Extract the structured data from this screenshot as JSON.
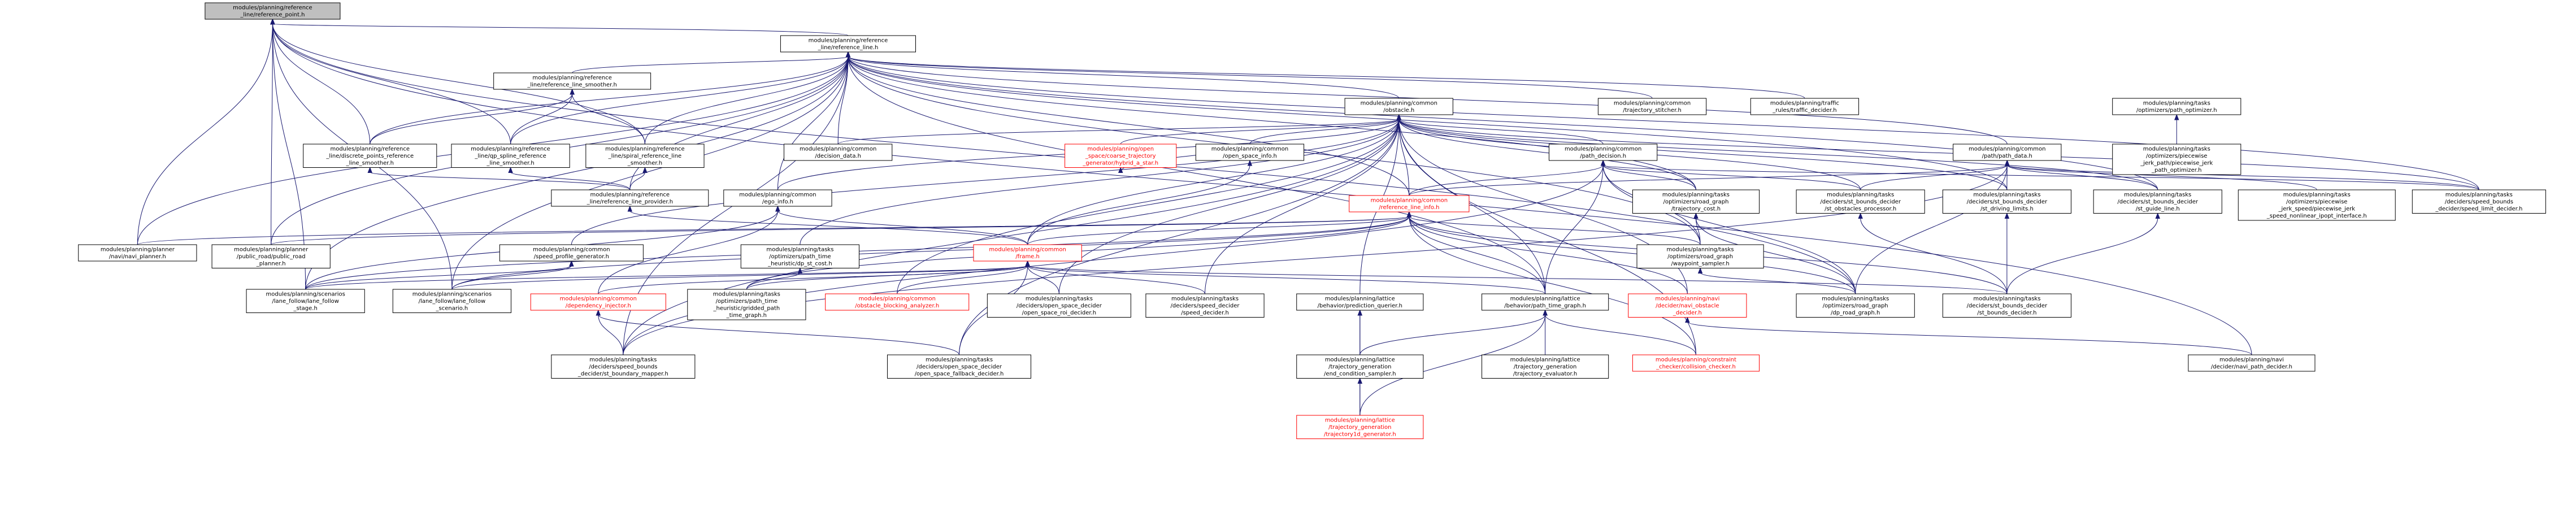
{
  "diagram": {
    "title": "",
    "colors": {
      "node_fill": "#ffffff",
      "root_fill": "#bfbfbf",
      "node_border": "#000000",
      "red_border": "#ff0000",
      "edge": "#191970"
    },
    "nodes": [
      {
        "id": "n_ref_point",
        "lines": [
          "modules/planning/reference",
          "_line/reference_point.h"
        ],
        "root": true
      },
      {
        "id": "n_ref_line",
        "lines": [
          "modules/planning/reference",
          "_line/reference_line.h"
        ]
      },
      {
        "id": "n_obstacle",
        "lines": [
          "modules/planning/common",
          "/obstacle.h"
        ]
      },
      {
        "id": "n_smoother",
        "lines": [
          "modules/planning/reference",
          "_line/reference_line_smoother.h"
        ]
      },
      {
        "id": "n_discrete",
        "lines": [
          "modules/planning/reference",
          "_line/discrete_points_reference",
          "_line_smoother.h"
        ]
      },
      {
        "id": "n_qp_spline",
        "lines": [
          "modules/planning/reference",
          "_line/qp_spline_reference",
          "_line_smoother.h"
        ]
      },
      {
        "id": "n_spiral",
        "lines": [
          "modules/planning/reference",
          "_line/spiral_reference_line",
          "_smoother.h"
        ]
      },
      {
        "id": "n_provider",
        "lines": [
          "modules/planning/reference",
          "_line/reference_line_provider.h"
        ]
      },
      {
        "id": "n_decision_data",
        "lines": [
          "modules/planning/common",
          "/decision_data.h"
        ]
      },
      {
        "id": "n_ego_info",
        "lines": [
          "modules/planning/common",
          "/ego_info.h"
        ]
      },
      {
        "id": "n_traj_stitcher",
        "lines": [
          "modules/planning/common",
          "/trajectory_stitcher.h"
        ]
      },
      {
        "id": "n_traffic_decider",
        "lines": [
          "modules/planning/traffic",
          "_rules/traffic_decider.h"
        ]
      },
      {
        "id": "n_path_optimizer",
        "lines": [
          "modules/planning/tasks",
          "/optimizers/path_optimizer.h"
        ]
      },
      {
        "id": "n_hybrid_astar",
        "lines": [
          "modules/planning/open",
          "_space/coarse_trajectory",
          "_generator/hybrid_a_star.h"
        ],
        "red": true
      },
      {
        "id": "n_open_space_info",
        "lines": [
          "modules/planning/common",
          "/open_space_info.h"
        ]
      },
      {
        "id": "n_path_decision",
        "lines": [
          "modules/planning/common",
          "/path_decision.h"
        ]
      },
      {
        "id": "n_path_data",
        "lines": [
          "modules/planning/common",
          "/path/path_data.h"
        ]
      },
      {
        "id": "n_piecewise_jerk_path",
        "lines": [
          "modules/planning/tasks",
          "/optimizers/piecewise",
          "_jerk_path/piecewise_jerk",
          "_path_optimizer.h"
        ]
      },
      {
        "id": "n_ref_line_info",
        "lines": [
          "modules/planning/common",
          "/reference_line_info.h"
        ],
        "red": true
      },
      {
        "id": "n_dp_st_cost",
        "lines": [
          "modules/planning/tasks",
          "/optimizers/path_time",
          "_heuristic/dp_st_cost.h"
        ]
      },
      {
        "id": "n_trajectory_cost",
        "lines": [
          "modules/planning/tasks",
          "/optimizers/road_graph",
          "/trajectory_cost.h"
        ]
      },
      {
        "id": "n_st_obstacles",
        "lines": [
          "modules/planning/tasks",
          "/deciders/st_bounds_decider",
          "/st_obstacles_processor.h"
        ]
      },
      {
        "id": "n_st_driving_limits",
        "lines": [
          "modules/planning/tasks",
          "/deciders/st_bounds_decider",
          "/st_driving_limits.h"
        ]
      },
      {
        "id": "n_st_guide_line",
        "lines": [
          "modules/planning/tasks",
          "/deciders/st_bounds_decider",
          "/st_guide_line.h"
        ]
      },
      {
        "id": "n_pwj_speed_nl",
        "lines": [
          "modules/planning/tasks",
          "/optimizers/piecewise",
          "_jerk_speed/piecewise_jerk",
          "_speed_nonlinear_ipopt_interface.h"
        ]
      },
      {
        "id": "n_speed_limit_decider",
        "lines": [
          "modules/planning/tasks",
          "/deciders/speed_bounds",
          "_decider/speed_limit_decider.h"
        ]
      },
      {
        "id": "n_navi_planner",
        "lines": [
          "modules/planning/planner",
          "/navi/navi_planner.h"
        ]
      },
      {
        "id": "n_public_road",
        "lines": [
          "modules/planning/planner",
          "/public_road/public_road",
          "_planner.h"
        ]
      },
      {
        "id": "n_speed_profile",
        "lines": [
          "modules/planning/common",
          "/speed_profile_generator.h"
        ]
      },
      {
        "id": "n_frame",
        "lines": [
          "modules/planning/common",
          "/frame.h"
        ],
        "red": true
      },
      {
        "id": "n_waypoint_sampler",
        "lines": [
          "modules/planning/tasks",
          "/optimizers/road_graph",
          "/waypoint_sampler.h"
        ]
      },
      {
        "id": "n_lane_follow_stage",
        "lines": [
          "modules/planning/scenarios",
          "/lane_follow/lane_follow",
          "_stage.h"
        ]
      },
      {
        "id": "n_lane_follow_scenario",
        "lines": [
          "modules/planning/scenarios",
          "/lane_follow/lane_follow",
          "_scenario.h"
        ]
      },
      {
        "id": "n_dependency_injector",
        "lines": [
          "modules/planning/common",
          "/dependency_injector.h"
        ],
        "red": true
      },
      {
        "id": "n_gridded_path_time",
        "lines": [
          "modules/planning/tasks",
          "/optimizers/path_time",
          "_heuristic/gridded_path",
          "_time_graph.h"
        ]
      },
      {
        "id": "n_obstacle_blocking",
        "lines": [
          "modules/planning/common",
          "/obstacle_blocking_analyzer.h"
        ],
        "red": true
      },
      {
        "id": "n_open_space_roi",
        "lines": [
          "modules/planning/tasks",
          "/deciders/open_space_decider",
          "/open_space_roi_decider.h"
        ]
      },
      {
        "id": "n_speed_decider",
        "lines": [
          "modules/planning/tasks",
          "/deciders/speed_decider",
          "/speed_decider.h"
        ]
      },
      {
        "id": "n_prediction_querier",
        "lines": [
          "modules/planning/lattice",
          "/behavior/prediction_querier.h"
        ]
      },
      {
        "id": "n_path_time_graph",
        "lines": [
          "modules/planning/lattice",
          "/behavior/path_time_graph.h"
        ]
      },
      {
        "id": "n_navi_obstacle",
        "lines": [
          "modules/planning/navi",
          "/decider/navi_obstacle",
          "_decider.h"
        ],
        "red": true
      },
      {
        "id": "n_dp_road_graph",
        "lines": [
          "modules/planning/tasks",
          "/optimizers/road_graph",
          "/dp_road_graph.h"
        ]
      },
      {
        "id": "n_st_bounds_decider",
        "lines": [
          "modules/planning/tasks",
          "/deciders/st_bounds_decider",
          "/st_bounds_decider.h"
        ]
      },
      {
        "id": "n_st_boundary_mapper",
        "lines": [
          "modules/planning/tasks",
          "/deciders/speed_bounds",
          "_decider/st_boundary_mapper.h"
        ]
      },
      {
        "id": "n_open_space_fallback",
        "lines": [
          "modules/planning/tasks",
          "/deciders/open_space_decider",
          "/open_space_fallback_decider.h"
        ]
      },
      {
        "id": "n_end_condition",
        "lines": [
          "modules/planning/lattice",
          "/trajectory_generation",
          "/end_condition_sampler.h"
        ]
      },
      {
        "id": "n_traj_evaluator",
        "lines": [
          "modules/planning/lattice",
          "/trajectory_generation",
          "/trajectory_evaluator.h"
        ]
      },
      {
        "id": "n_collision_checker",
        "lines": [
          "modules/planning/constraint",
          "_checker/collision_checker.h"
        ],
        "red": true
      },
      {
        "id": "n_navi_path_decider",
        "lines": [
          "modules/planning/navi",
          "/decider/navi_path_decider.h"
        ]
      },
      {
        "id": "n_traj1d_generator",
        "lines": [
          "modules/planning/lattice",
          "/trajectory_generation",
          "/trajectory1d_generator.h"
        ],
        "red": true
      }
    ],
    "edges": [
      [
        "n_ref_point",
        "n_ref_line"
      ],
      [
        "n_ref_point",
        "n_discrete"
      ],
      [
        "n_ref_point",
        "n_qp_spline"
      ],
      [
        "n_ref_point",
        "n_spiral"
      ],
      [
        "n_ref_point",
        "n_navi_planner"
      ],
      [
        "n_ref_point",
        "n_public_road"
      ],
      [
        "n_ref_point",
        "n_lane_follow_stage"
      ],
      [
        "n_ref_point",
        "n_lane_follow_scenario"
      ],
      [
        "n_ref_point",
        "n_dp_road_graph"
      ],
      [
        "n_ref_point",
        "n_navi_path_decider"
      ],
      [
        "n_ref_line",
        "n_obstacle"
      ],
      [
        "n_ref_line",
        "n_smoother"
      ],
      [
        "n_ref_line",
        "n_discrete"
      ],
      [
        "n_ref_line",
        "n_qp_spline"
      ],
      [
        "n_ref_line",
        "n_spiral"
      ],
      [
        "n_ref_line",
        "n_provider"
      ],
      [
        "n_ref_line",
        "n_decision_data"
      ],
      [
        "n_ref_line",
        "n_ego_info"
      ],
      [
        "n_ref_line",
        "n_traj_stitcher"
      ],
      [
        "n_ref_line",
        "n_traffic_decider"
      ],
      [
        "n_ref_line",
        "n_path_data"
      ],
      [
        "n_ref_line",
        "n_ref_line_info"
      ],
      [
        "n_ref_line",
        "n_navi_planner"
      ],
      [
        "n_ref_line",
        "n_public_road"
      ],
      [
        "n_ref_line",
        "n_lane_follow_stage"
      ],
      [
        "n_ref_line",
        "n_lane_follow_scenario"
      ],
      [
        "n_ref_line",
        "n_trajectory_cost"
      ],
      [
        "n_ref_line",
        "n_st_driving_limits"
      ],
      [
        "n_ref_line",
        "n_st_guide_line"
      ],
      [
        "n_ref_line",
        "n_speed_limit_decider"
      ],
      [
        "n_ref_line",
        "n_st_boundary_mapper"
      ],
      [
        "n_ref_line",
        "n_waypoint_sampler"
      ],
      [
        "n_ref_line",
        "n_path_time_graph"
      ],
      [
        "n_smoother",
        "n_discrete"
      ],
      [
        "n_smoother",
        "n_qp_spline"
      ],
      [
        "n_smoother",
        "n_spiral"
      ],
      [
        "n_discrete",
        "n_provider"
      ],
      [
        "n_qp_spline",
        "n_provider"
      ],
      [
        "n_spiral",
        "n_provider"
      ],
      [
        "n_provider",
        "n_frame"
      ],
      [
        "n_path_optimizer",
        "n_piecewise_jerk_path"
      ],
      [
        "n_obstacle",
        "n_decision_data"
      ],
      [
        "n_obstacle",
        "n_ego_info"
      ],
      [
        "n_obstacle",
        "n_hybrid_astar"
      ],
      [
        "n_obstacle",
        "n_open_space_info"
      ],
      [
        "n_obstacle",
        "n_path_decision"
      ],
      [
        "n_obstacle",
        "n_ref_line_info"
      ],
      [
        "n_obstacle",
        "n_dp_st_cost"
      ],
      [
        "n_obstacle",
        "n_trajectory_cost"
      ],
      [
        "n_obstacle",
        "n_st_obstacles"
      ],
      [
        "n_obstacle",
        "n_st_driving_limits"
      ],
      [
        "n_obstacle",
        "n_st_guide_line"
      ],
      [
        "n_obstacle",
        "n_speed_profile"
      ],
      [
        "n_obstacle",
        "n_frame"
      ],
      [
        "n_obstacle",
        "n_obstacle_blocking"
      ],
      [
        "n_obstacle",
        "n_open_space_roi"
      ],
      [
        "n_obstacle",
        "n_speed_decider"
      ],
      [
        "n_obstacle",
        "n_prediction_querier"
      ],
      [
        "n_obstacle",
        "n_path_time_graph"
      ],
      [
        "n_obstacle",
        "n_navi_obstacle"
      ],
      [
        "n_obstacle",
        "n_st_boundary_mapper"
      ],
      [
        "n_obstacle",
        "n_open_space_fallback"
      ],
      [
        "n_obstacle",
        "n_collision_checker"
      ],
      [
        "n_obstacle",
        "n_speed_limit_decider"
      ],
      [
        "n_hybrid_astar",
        "n_open_space_info"
      ],
      [
        "n_open_space_info",
        "n_frame"
      ],
      [
        "n_path_decision",
        "n_ref_line_info"
      ],
      [
        "n_path_decision",
        "n_trajectory_cost"
      ],
      [
        "n_path_decision",
        "n_st_obstacles"
      ],
      [
        "n_path_decision",
        "n_waypoint_sampler"
      ],
      [
        "n_path_decision",
        "n_dp_road_graph"
      ],
      [
        "n_path_decision",
        "n_speed_limit_decider"
      ],
      [
        "n_path_decision",
        "n_st_boundary_mapper"
      ],
      [
        "n_path_decision",
        "n_path_time_graph"
      ],
      [
        "n_path_data",
        "n_ref_line_info"
      ],
      [
        "n_path_data",
        "n_st_obstacles"
      ],
      [
        "n_path_data",
        "n_st_driving_limits"
      ],
      [
        "n_path_data",
        "n_st_guide_line"
      ],
      [
        "n_path_data",
        "n_pwj_speed_nl"
      ],
      [
        "n_path_data",
        "n_speed_limit_decider"
      ],
      [
        "n_path_data",
        "n_dp_road_graph"
      ],
      [
        "n_path_data",
        "n_st_boundary_mapper"
      ],
      [
        "n_ego_info",
        "n_frame"
      ],
      [
        "n_ego_info",
        "n_dependency_injector"
      ],
      [
        "n_ego_info",
        "n_lane_follow_stage"
      ],
      [
        "n_ref_line_info",
        "n_frame"
      ],
      [
        "n_ref_line_info",
        "n_navi_planner"
      ],
      [
        "n_ref_line_info",
        "n_public_road"
      ],
      [
        "n_ref_line_info",
        "n_waypoint_sampler"
      ],
      [
        "n_ref_line_info",
        "n_lane_follow_stage"
      ],
      [
        "n_ref_line_info",
        "n_lane_follow_scenario"
      ],
      [
        "n_ref_line_info",
        "n_gridded_path_time"
      ],
      [
        "n_ref_line_info",
        "n_path_time_graph"
      ],
      [
        "n_ref_line_info",
        "n_navi_obstacle"
      ],
      [
        "n_ref_line_info",
        "n_dp_road_graph"
      ],
      [
        "n_ref_line_info",
        "n_st_bounds_decider"
      ],
      [
        "n_ref_line_info",
        "n_collision_checker"
      ],
      [
        "n_dp_st_cost",
        "n_gridded_path_time"
      ],
      [
        "n_speed_profile",
        "n_lane_follow_stage"
      ],
      [
        "n_speed_profile",
        "n_lane_follow_scenario"
      ],
      [
        "n_trajectory_cost",
        "n_waypoint_sampler"
      ],
      [
        "n_trajectory_cost",
        "n_dp_road_graph"
      ],
      [
        "n_waypoint_sampler",
        "n_dp_road_graph"
      ],
      [
        "n_st_obstacles",
        "n_st_bounds_decider"
      ],
      [
        "n_st_driving_limits",
        "n_st_bounds_decider"
      ],
      [
        "n_st_guide_line",
        "n_st_bounds_decider"
      ],
      [
        "n_frame",
        "n_lane_follow_stage"
      ],
      [
        "n_frame",
        "n_lane_follow_scenario"
      ],
      [
        "n_frame",
        "n_dependency_injector"
      ],
      [
        "n_frame",
        "n_gridded_path_time"
      ],
      [
        "n_frame",
        "n_obstacle_blocking"
      ],
      [
        "n_frame",
        "n_open_space_roi"
      ],
      [
        "n_frame",
        "n_speed_decider"
      ],
      [
        "n_frame",
        "n_path_time_graph"
      ],
      [
        "n_frame",
        "n_open_space_fallback"
      ],
      [
        "n_frame",
        "n_st_bounds_decider"
      ],
      [
        "n_dependency_injector",
        "n_st_boundary_mapper"
      ],
      [
        "n_dependency_injector",
        "n_open_space_fallback"
      ],
      [
        "n_prediction_querier",
        "n_end_condition"
      ],
      [
        "n_prediction_querier",
        "n_traj1d_generator"
      ],
      [
        "n_path_time_graph",
        "n_end_condition"
      ],
      [
        "n_path_time_graph",
        "n_traj_evaluator"
      ],
      [
        "n_path_time_graph",
        "n_collision_checker"
      ],
      [
        "n_path_time_graph",
        "n_traj1d_generator"
      ],
      [
        "n_end_condition",
        "n_traj1d_generator"
      ],
      [
        "n_navi_obstacle",
        "n_navi_path_decider"
      ]
    ]
  }
}
